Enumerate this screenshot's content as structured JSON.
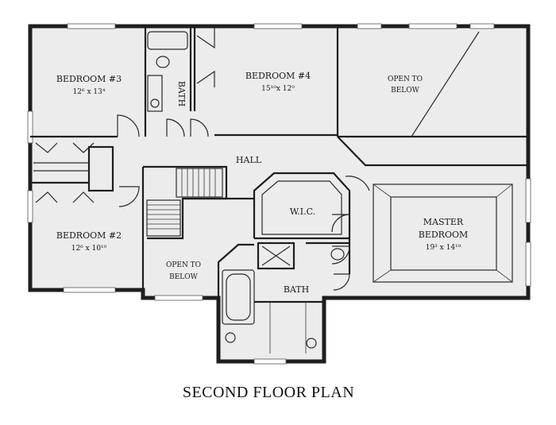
{
  "plan": {
    "title": "SECOND FLOOR PLAN",
    "rooms": {
      "bedroom3": {
        "name": "BEDROOM #3",
        "dims": "12⁶ x 13⁴"
      },
      "bedroom4": {
        "name": "BEDROOM #4",
        "dims": "15¹⁰x 12⁰"
      },
      "bedroom2": {
        "name": "BEDROOM #2",
        "dims": "12⁶ x 10¹⁰"
      },
      "master": {
        "name_line1": "MASTER",
        "name_line2": "BEDROOM",
        "dims": "19³ x 14¹⁰"
      },
      "hall": "HALL",
      "wic": "W.I.C.",
      "bath_small": "BATH",
      "bath_master": "BATH",
      "open_below_top_line1": "OPEN TO",
      "open_below_top_line2": "BELOW",
      "open_below_stair_line1": "OPEN TO",
      "open_below_stair_line2": "BELOW"
    }
  }
}
